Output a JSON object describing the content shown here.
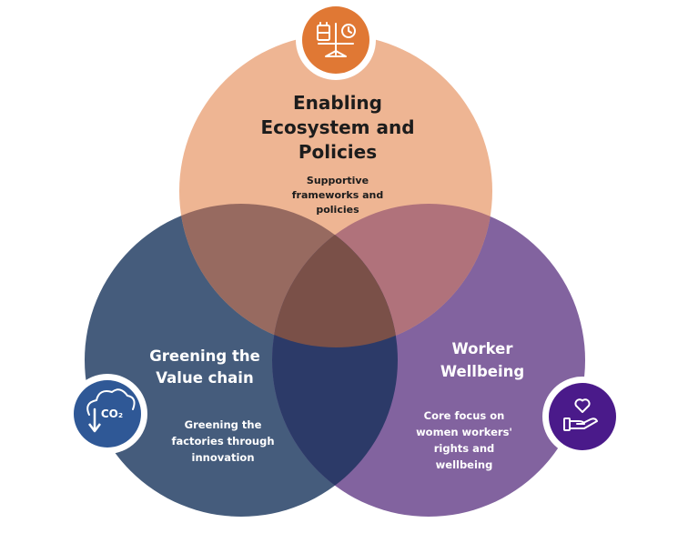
{
  "diagram": {
    "type": "venn-three-circle",
    "circles": [
      {
        "id": "top",
        "title_lines": [
          "Enabling",
          "Ecosystem and",
          "Policies"
        ],
        "subtitle_lines": [
          "Supportive",
          "frameworks and",
          "policies"
        ],
        "fill": "#eeb08a",
        "icon": "scale-balance-icon",
        "icon_bg": "#e07834"
      },
      {
        "id": "left",
        "title_lines": [
          "Greening the",
          "Value chain"
        ],
        "subtitle_lines": [
          "Greening the",
          "factories through",
          "innovation"
        ],
        "fill": "#3e5a80",
        "icon": "cloud-co2-icon",
        "icon_bg": "#2e5994",
        "icon_text": "CO₂"
      },
      {
        "id": "right",
        "title_lines": [
          "Worker",
          "Wellbeing"
        ],
        "subtitle_lines": [
          "Core focus on",
          "women workers'",
          "rights and",
          "wellbeing"
        ],
        "fill": "#7a5a9a",
        "icon": "hand-heart-icon",
        "icon_bg": "#4a1e8c"
      }
    ],
    "overlap_colors": {
      "top_left": "#9a6a5a",
      "top_right": "#b0707a",
      "left_right": "#2c3a68",
      "center": "#7a5048"
    }
  }
}
